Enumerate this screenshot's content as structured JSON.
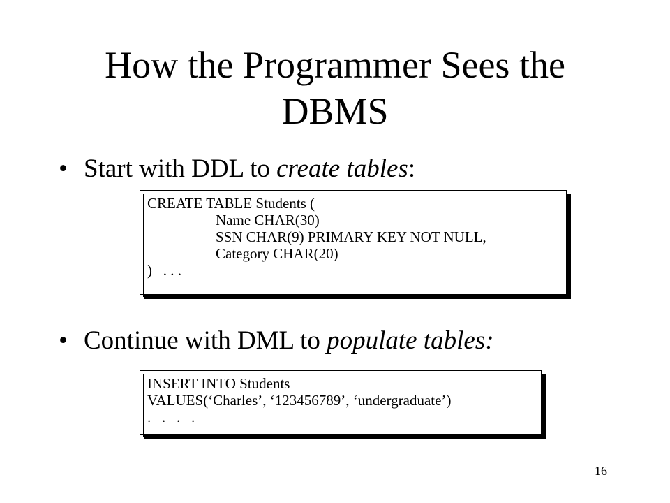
{
  "slide": {
    "title_line1": "How the Programmer Sees the",
    "title_line2": "DBMS",
    "bullets": [
      {
        "text_before": "Start with DDL to ",
        "emphasis": "create tables",
        "text_after": ":"
      },
      {
        "text_before": "Continue with DML to ",
        "emphasis": "populate tables:",
        "text_after": ""
      }
    ],
    "ddl_code": [
      "CREATE TABLE Students (",
      "Name CHAR(30)",
      "SSN CHAR(9) PRIMARY KEY NOT NULL,",
      "Category CHAR(20)",
      ")   . . ."
    ],
    "dml_code": [
      "INSERT INTO Students",
      "VALUES(‘Charles’, ‘123456789’, ‘undergraduate’)",
      ".   .   .   ."
    ],
    "bullet_glyph": "•",
    "page_number": "16"
  }
}
